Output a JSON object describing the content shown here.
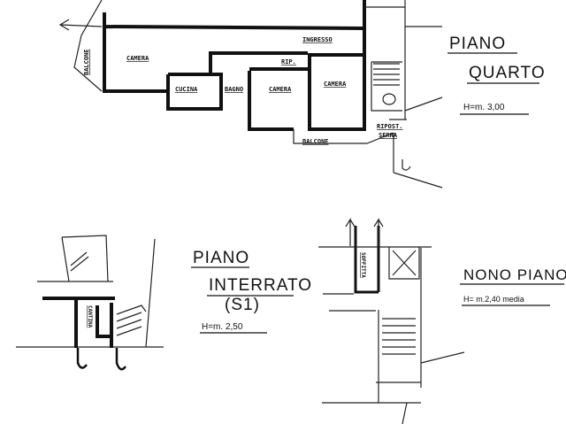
{
  "piano_quarto": {
    "title_1": "PIANO",
    "title_2": "QUARTO",
    "height": "H=m. 3,00",
    "rooms": {
      "camera_1": "CAMERA",
      "cucina": "CUCINA",
      "bagno": "BAGNO",
      "camera_2": "CAMERA",
      "camera_3": "CAMERA",
      "rip": "RIP.",
      "ingresso": "INGRESSO",
      "balcone_left": "BALCONE",
      "balcone_bottom": "BALCONE",
      "ripost_1": "RIPOST.",
      "ripost_2": "SERRA"
    }
  },
  "piano_interrato": {
    "title_1": "PIANO",
    "title_2": "INTERRATO",
    "title_3": "(S1)",
    "height": "H=m. 2,50",
    "rooms": {
      "cantina": "CANTINA"
    }
  },
  "nono_piano": {
    "title": "NONO PIANO",
    "height": "H= m.2,40 media",
    "rooms": {
      "soffitta": "SOFFITTA"
    }
  }
}
